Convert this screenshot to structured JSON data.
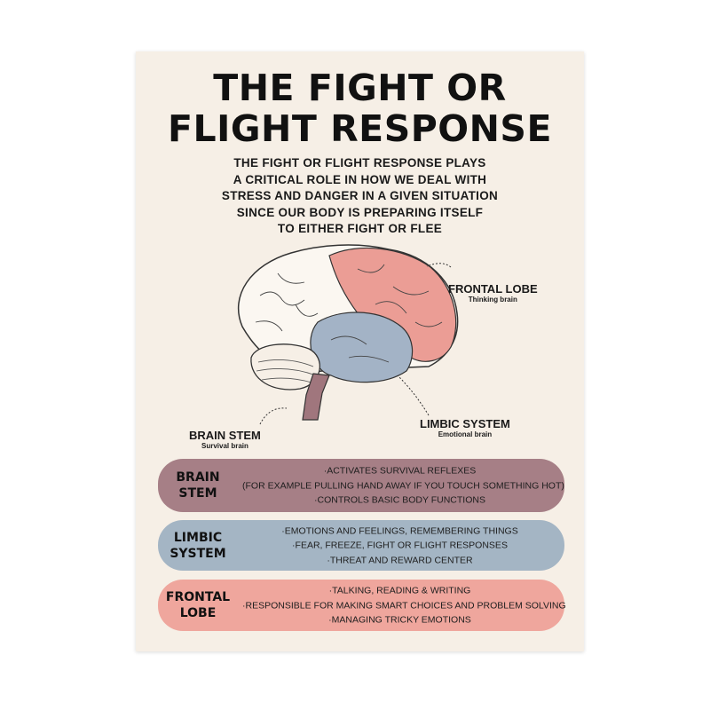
{
  "title": [
    "THE FIGHT OR",
    "FLIGHT RESPONSE"
  ],
  "intro": [
    "THE FIGHT OR FLIGHT RESPONSE PLAYS",
    "A CRITICAL ROLE IN HOW WE DEAL WITH",
    "STRESS AND DANGER IN A GIVEN SITUATION",
    "SINCE OUR BODY IS PREPARING ITSELF",
    "TO EITHER FIGHT OR FLEE"
  ],
  "labels": {
    "frontal": {
      "name": "FRONTAL LOBE",
      "sub": "Thinking brain"
    },
    "limbic": {
      "name": "LIMBIC SYSTEM",
      "sub": "Emotional brain"
    },
    "stem": {
      "name": "BRAIN STEM",
      "sub": "Survival brain"
    }
  },
  "sections": [
    {
      "heading": [
        "BRAIN",
        "STEM"
      ],
      "color": "#a67f86",
      "lines": [
        "·ACTIVATES SURVIVAL REFLEXES",
        "(FOR EXAMPLE PULLING HAND AWAY IF YOU TOUCH SOMETHING HOT)",
        "·CONTROLS BASIC BODY FUNCTIONS"
      ]
    },
    {
      "heading": [
        "LIMBIC",
        "SYSTEM"
      ],
      "color": "#a4b5c4",
      "lines": [
        "·EMOTIONS AND FEELINGS, REMEMBERING THINGS",
        "·FEAR, FREEZE, FIGHT OR FLIGHT RESPONSES",
        "·THREAT AND REWARD CENTER"
      ]
    },
    {
      "heading": [
        "FRONTAL",
        "LOBE"
      ],
      "color": "#efa69d",
      "lines": [
        "·TALKING, READING & WRITING",
        "·RESPONSIBLE FOR MAKING SMART CHOICES AND PROBLEM SOLVING",
        "·MANAGING TRICKY EMOTIONS"
      ]
    }
  ]
}
